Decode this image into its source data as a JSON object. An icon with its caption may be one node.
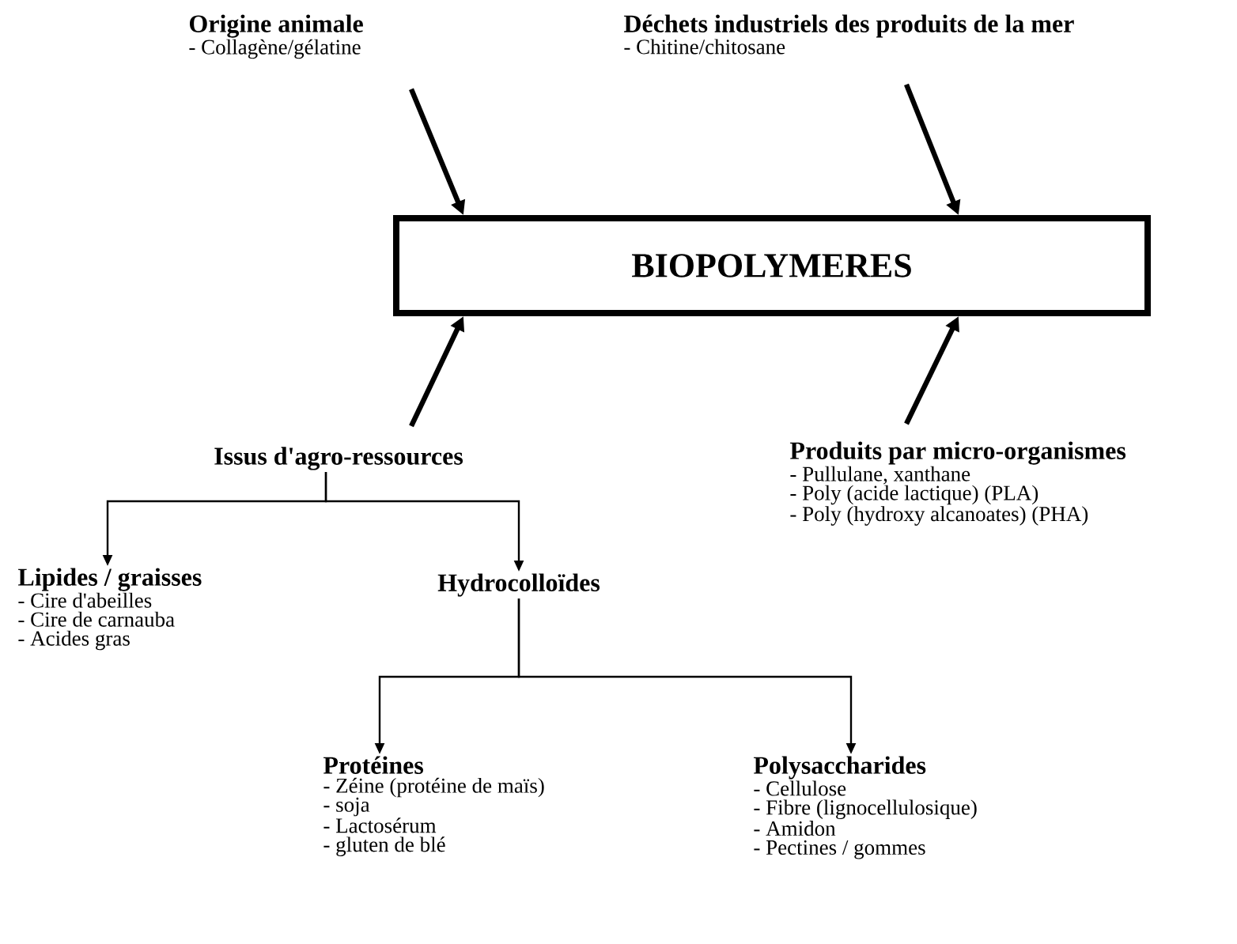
{
  "diagram": {
    "nodes": [
      {
        "text": [
          "Origine animale",
          "- Collagène/gélatine"
        ]
      },
      {
        "text": [
          "Déchets industriels des produits de la mer",
          "- Chitine/chitosane"
        ]
      },
      {
        "text": [
          "BIOPOLYMERES"
        ]
      },
      {
        "text": [
          "Issus d'agro-ressources"
        ]
      },
      {
        "text": [
          "Produits par micro-organismes",
          "- Pullulane, xanthane",
          "- Poly (acide lactique) (PLA)",
          "- Poly (hydroxy alcanoates) (PHA)"
        ]
      },
      {
        "text": [
          "Lipides / graisses",
          "- Cire d'abeilles",
          "- Cire de carnauba",
          "- Acides gras"
        ]
      },
      {
        "text": [
          "Hydrocolloïdes"
        ]
      },
      {
        "text": [
          "Protéines",
          "- Zéine (protéine de maïs)",
          "- soja",
          "- Lactosérum",
          "- gluten de blé"
        ]
      },
      {
        "text": [
          "Polysaccharides",
          "- Cellulose",
          "- Fibre (lignocellulosique)",
          "- Amidon",
          "- Pectines / gommes"
        ]
      }
    ],
    "edges": [
      {
        "from": 0,
        "to": 2,
        "arrow": "to",
        "style": "thick"
      },
      {
        "from": 1,
        "to": 2,
        "arrow": "to",
        "style": "thick"
      },
      {
        "from": 3,
        "to": 2,
        "arrow": "to",
        "style": "thick"
      },
      {
        "from": 4,
        "to": 2,
        "arrow": "to",
        "style": "thick"
      },
      {
        "from": 3,
        "to": 5,
        "arrow": "to"
      },
      {
        "from": 3,
        "to": 6,
        "arrow": "to"
      },
      {
        "from": 6,
        "to": 7,
        "arrow": "to"
      },
      {
        "from": 6,
        "to": 8,
        "arrow": "to"
      }
    ]
  }
}
